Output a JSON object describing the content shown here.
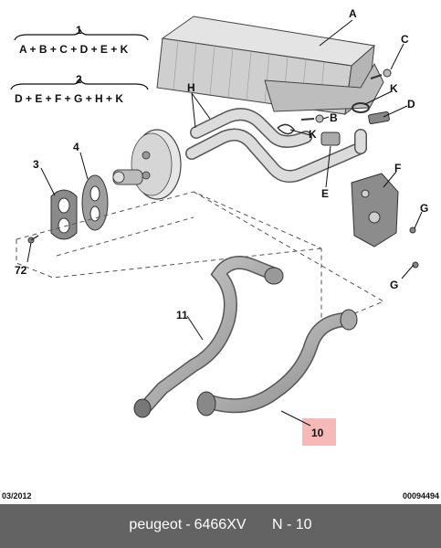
{
  "formulas": [
    {
      "number": "1",
      "expression": "A + B + C + D + E + K"
    },
    {
      "number": "2",
      "expression": "D + E + F + G + H + K"
    }
  ],
  "callouts": {
    "A": "A",
    "B": "B",
    "C": "C",
    "D": "D",
    "E": "E",
    "F": "F",
    "G": "G",
    "H": "H",
    "K": "K",
    "p3": "3",
    "p4": "4",
    "p72": "72",
    "p11": "11",
    "p10": "10"
  },
  "footer_left": "03/2012",
  "footer_right": "00094494",
  "bar": {
    "brand": "peugeot",
    "separator": "-",
    "part_number": "6466XV",
    "page": "N - 10"
  },
  "colors": {
    "highlight": "#f7b8b8",
    "bar": "#636363"
  }
}
